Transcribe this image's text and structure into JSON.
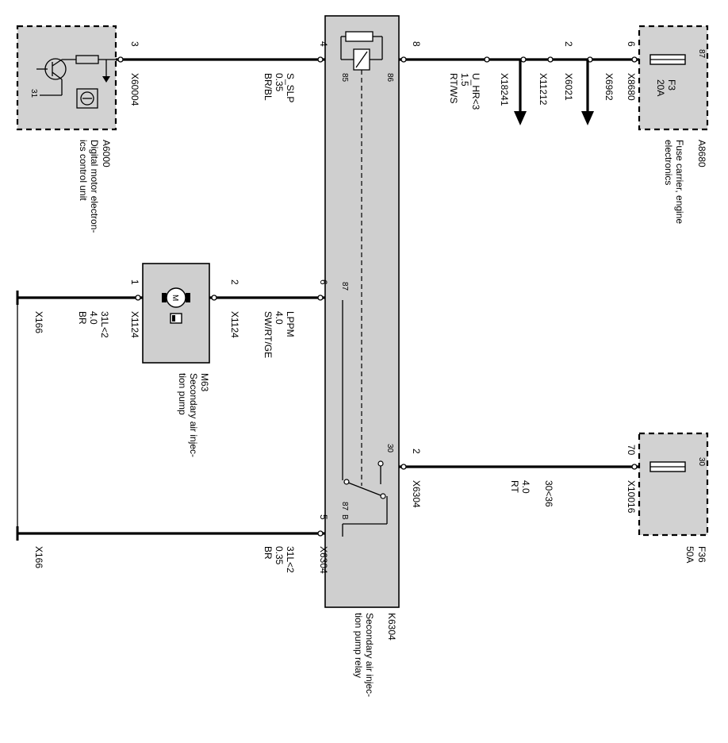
{
  "modules": {
    "a6000": {
      "id": "A6000",
      "desc1": "Digital motor electron-",
      "desc2": "ics control unit",
      "pin_31": "31"
    },
    "a8680": {
      "id": "A8680",
      "desc1": "Fuse carrier, engine",
      "desc2": "electronics"
    },
    "m63": {
      "id": "M63",
      "desc1": "Secondary air injec-",
      "desc2": "tion pump",
      "motor_symbol": "M"
    },
    "k6304": {
      "id": "K6304",
      "desc1": "Secondary air injec-",
      "desc2": "tion pump relay"
    },
    "f3": {
      "id": "F3",
      "rating": "20A",
      "terminal": "87"
    },
    "f36": {
      "id": "F36",
      "rating": "50A",
      "terminal": "30"
    }
  },
  "relay_pins": {
    "p85": "85",
    "p86": "86",
    "p87": "87",
    "p30": "30",
    "p87b_main": "87",
    "p87b_sub": "B"
  },
  "wires": {
    "s_slp": {
      "signal": "S_SLP",
      "size": "0.35",
      "color": "BR/BL",
      "pin_left": "3",
      "conn_left": "X60004",
      "pin_right": "4"
    },
    "u_hr": {
      "signal": "U_HR<3",
      "size": "1.5",
      "color": "RT/WS",
      "pin_left": "8",
      "conn_a": "X18241",
      "conn_b": "X11212",
      "pin_mid": "2",
      "conn_c": "X6021",
      "conn_d": "X6962",
      "pin_fuse": "6",
      "conn_fuse": "X8680"
    },
    "lppm": {
      "signal": "LPPM",
      "size": "4.0",
      "color": "SW/RT/GE",
      "pin_relay": "6",
      "pin_pump": "2",
      "conn_pump": "X1124"
    },
    "gnd_pump": {
      "signal": "31L<2",
      "size": "4.0",
      "color": "BR",
      "pin_pump": "1",
      "conn_pump": "X1124",
      "conn_gnd": "X166"
    },
    "b30": {
      "signal": "30<36",
      "size": "4.0",
      "color": "RT",
      "pin_relay": "2",
      "conn_relay": "X6304",
      "pin_fuse": "70",
      "conn_fuse": "X10016"
    },
    "gnd_relay": {
      "signal": "31L<2",
      "size": "0.35",
      "color": "BR",
      "pin_relay": "5",
      "conn_relay": "X6304",
      "conn_gnd": "X166"
    }
  }
}
